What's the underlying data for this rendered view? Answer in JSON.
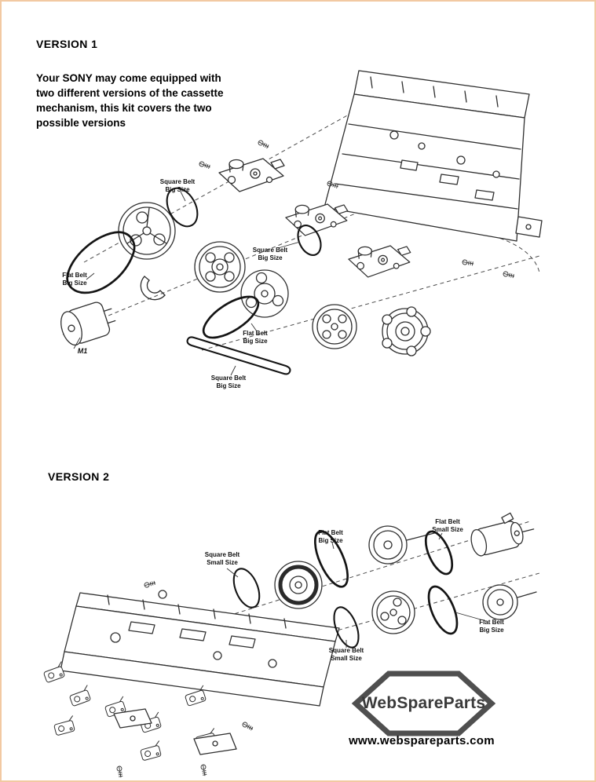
{
  "version1": {
    "title": "VERSION 1",
    "description": "Your SONY may come equipped with\ntwo different versions of the cassette\nmechanism, this kit covers the two\npossible versions",
    "labels": {
      "square_belt_top": "Square Belt\nBig Size",
      "flat_belt_left": "Flat Belt\nBig Size",
      "motor": "M1",
      "square_belt_mid": "Square Belt\nBig Size",
      "flat_belt_mid": "Flat Belt\nBig Size",
      "square_belt_bottom": "Square Belt\nBig Size"
    }
  },
  "version2": {
    "title": "VERSION 2",
    "labels": {
      "square_belt_small_left": "Square Belt\nSmall Size",
      "flat_belt_big_top": "Flat Belt\nBig Size",
      "flat_belt_small": "Flat Belt\nSmall Size",
      "square_belt_small_bottom": "Square Belt\nSmall Size",
      "flat_belt_big_right": "Flat Belt\nBig Size"
    }
  },
  "branding": {
    "logo": "WebSpareParts",
    "website": "www.webspareparts.com"
  },
  "colors": {
    "page_border": "#f2c9a2",
    "ink": "#2f2f2f",
    "logo_gray": "#4f4f4f"
  }
}
